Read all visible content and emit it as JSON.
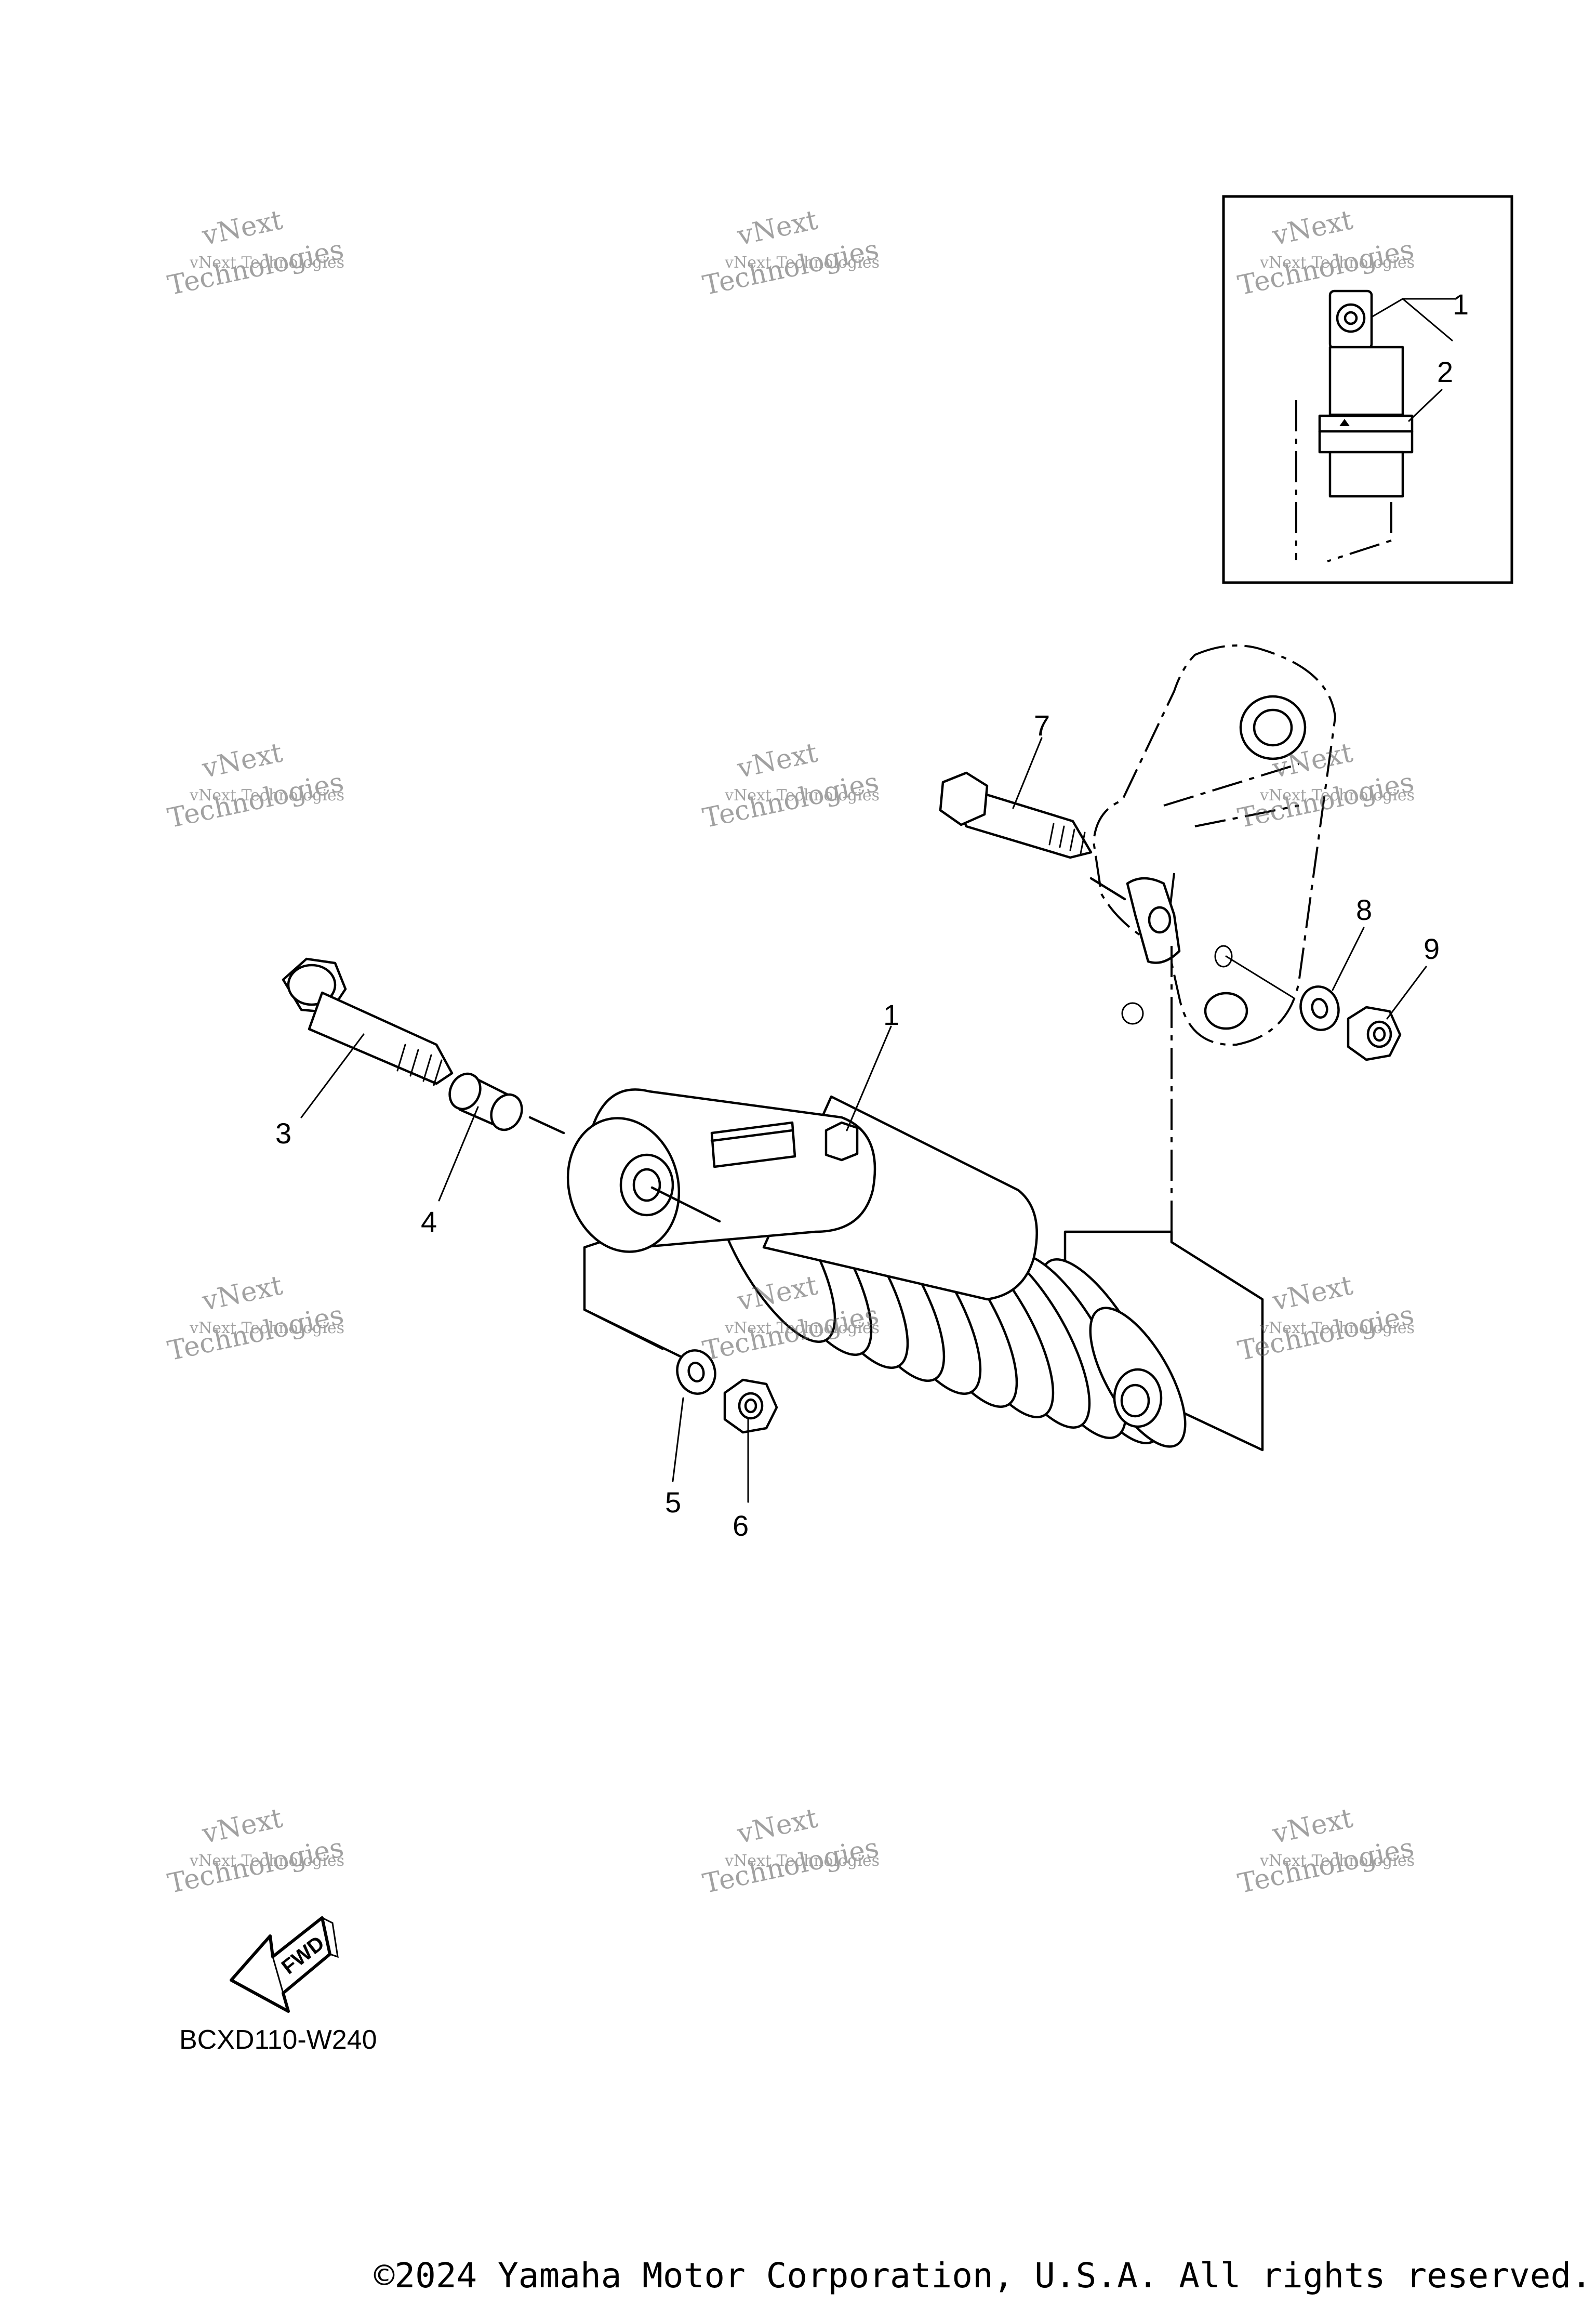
{
  "diagram": {
    "callouts": {
      "c1": "1",
      "c2": "2",
      "c3": "3",
      "c4": "4",
      "c5": "5",
      "c6": "6",
      "c7": "7",
      "c8": "8",
      "c9": "9",
      "inset1": "1",
      "inset2": "2"
    },
    "fwd_label": "FWD",
    "figure_code": "BCXD110-W240",
    "copyright": "©2024 Yamaha Motor Corporation, U.S.A. All rights reserved.",
    "watermark": {
      "line1": "vNext",
      "line2": "Technologies",
      "line3": "vNext Technologies"
    }
  }
}
